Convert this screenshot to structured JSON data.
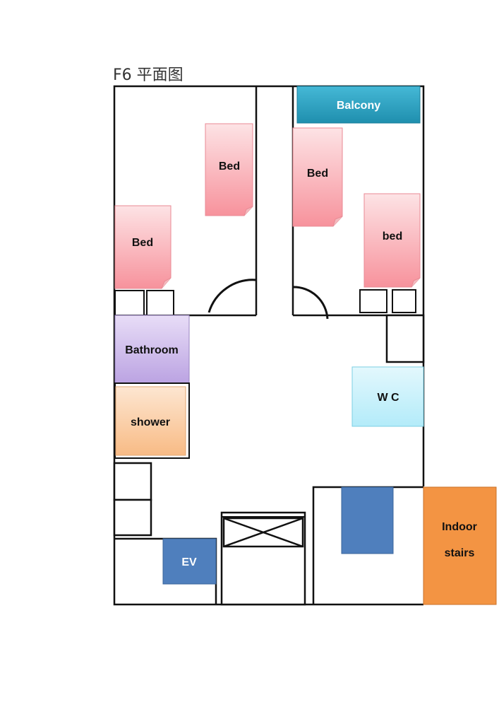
{
  "title": "F6 平面图",
  "rooms": {
    "balcony": "Balcony",
    "bed_1": "Bed",
    "bed_2": "Bed",
    "bed_3": "Bed",
    "bed_4": "bed",
    "bathroom": "Bathroom",
    "shower": "shower",
    "wc": "W C",
    "ev": "EV",
    "indoor_stairs_line1": "Indoor",
    "indoor_stairs_line2": "stairs"
  },
  "colors": {
    "balcony": "#2ba3c4",
    "bed": "#f9a6ae",
    "bathroom": "#c9b6e8",
    "shower": "#f9c89a",
    "wc": "#bfeefa",
    "ev": "#4f7fbd",
    "stairs": "#f39443",
    "block": "#4f7fbd"
  }
}
